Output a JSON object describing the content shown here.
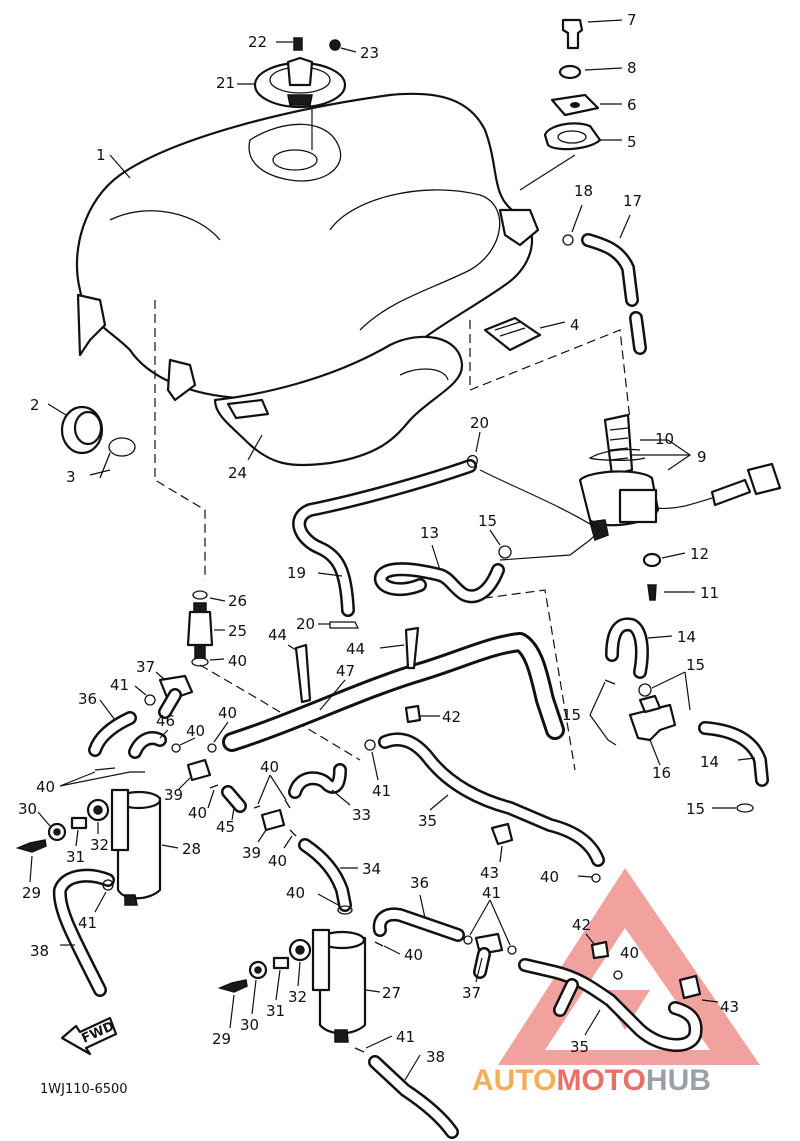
{
  "labels": {
    "p1": "1",
    "p2": "2",
    "p3": "3",
    "p4": "4",
    "p5": "5",
    "p6": "6",
    "p7": "7",
    "p8": "8",
    "p9": "9",
    "p10": "10",
    "p11": "11",
    "p12": "12",
    "p13": "13",
    "p14a": "14",
    "p14b": "14",
    "p15a": "15",
    "p15b": "15",
    "p15c": "15",
    "p15d": "15",
    "p16": "16",
    "p17": "17",
    "p18": "18",
    "p19": "19",
    "p20a": "20",
    "p20b": "20",
    "p21": "21",
    "p22": "22",
    "p23": "23",
    "p24": "24",
    "p25": "25",
    "p26": "26",
    "p27": "27",
    "p28": "28",
    "p29a": "29",
    "p29b": "29",
    "p30a": "30",
    "p30b": "30",
    "p31a": "31",
    "p31b": "31",
    "p32a": "32",
    "p32b": "32",
    "p33": "33",
    "p34": "34",
    "p35a": "35",
    "p35b": "35",
    "p36a": "36",
    "p36b": "36",
    "p37a": "37",
    "p37b": "37",
    "p38a": "38",
    "p38b": "38",
    "p39a": "39",
    "p39b": "39",
    "p40a": "40",
    "p40b": "40",
    "p40c": "40",
    "p40d": "40",
    "p40e": "40",
    "p40f": "40",
    "p40g": "40",
    "p40h": "40",
    "p40i": "40",
    "p40j": "40",
    "p40k": "40",
    "p41a": "41",
    "p41b": "41",
    "p41c": "41",
    "p41d": "41",
    "p41e": "41",
    "p42a": "42",
    "p42b": "42",
    "p43a": "43",
    "p43b": "43",
    "p44a": "44",
    "p44b": "44",
    "p45": "45",
    "p46": "46",
    "p47": "47"
  },
  "diagram_code": "1WJ110-6500",
  "fwd_arrow_label": "FWD",
  "watermark": {
    "text_auto": "AUTO",
    "text_moto": "MOTO",
    "text_hub": "HUB",
    "color_auto": "#f2a13a",
    "color_moto": "#e8574f",
    "color_hub": "#8a8f99",
    "triangle_color": "#e8574f"
  }
}
